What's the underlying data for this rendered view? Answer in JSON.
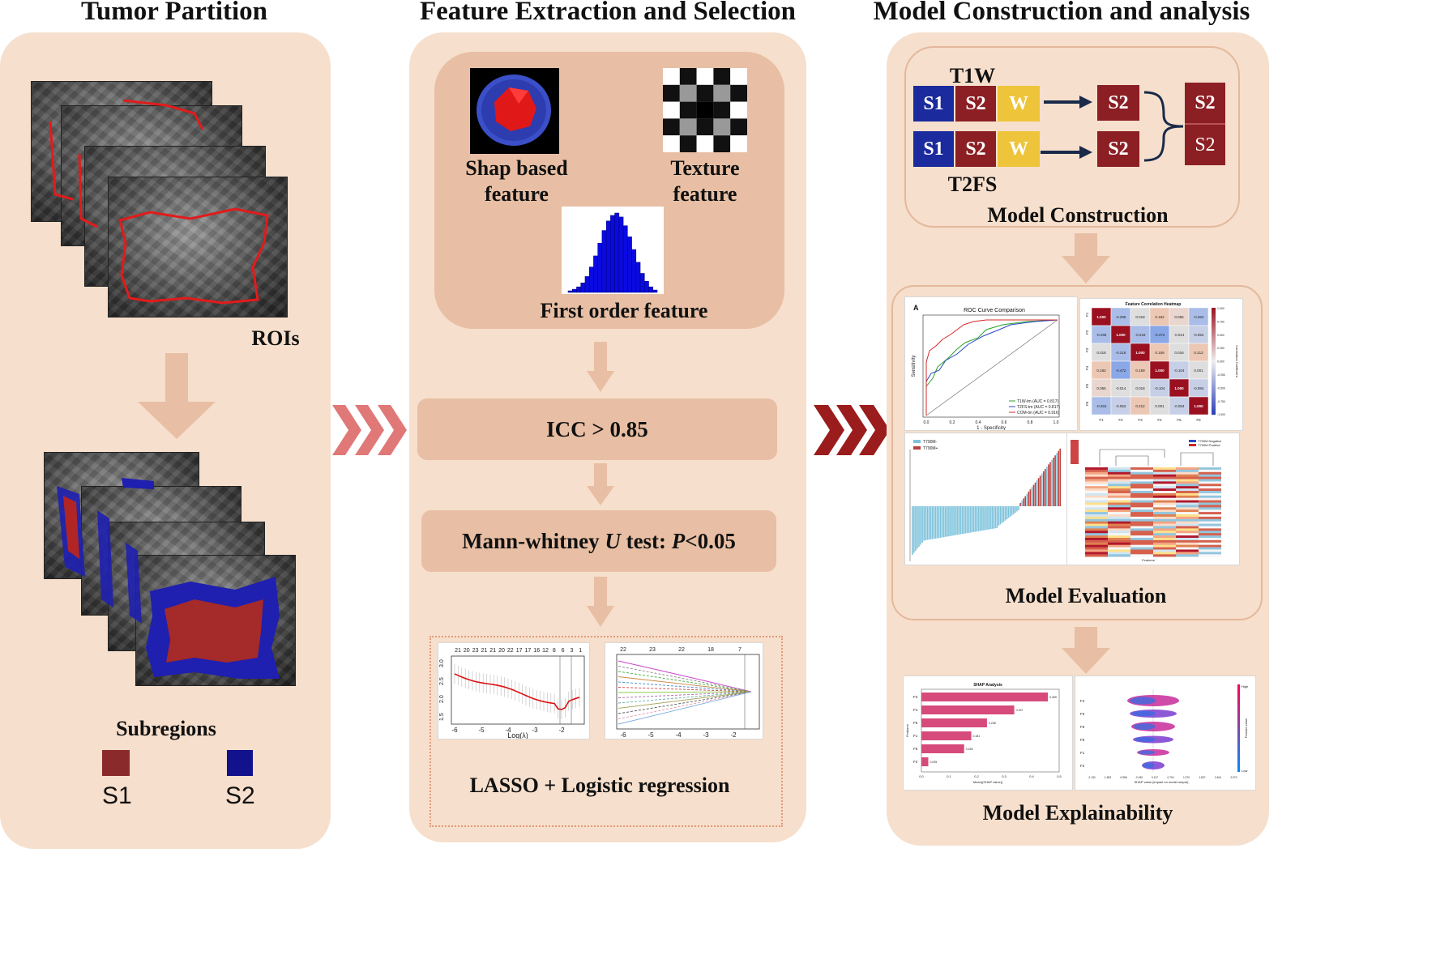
{
  "headers": {
    "tumor_partition": "Tumor Partition",
    "feature_extraction": "Feature Extraction and Selection",
    "model_construction": "Model Construction and analysis"
  },
  "partition": {
    "rois_label": "ROIs",
    "subregions_label": "Subregions",
    "legend": [
      {
        "label": "S1",
        "color": "#8b2a2a"
      },
      {
        "label": "S2",
        "color": "#12128c"
      }
    ]
  },
  "features": {
    "shape": {
      "line1": "Shap based",
      "line2": "feature"
    },
    "texture": {
      "line1": "Texture",
      "line2": "feature"
    },
    "first_order": "First order feature",
    "icc": "ICC > 0.85",
    "mann": {
      "prefix": "Mann-whitney ",
      "u": "U",
      "mid": " test: ",
      "p": "P",
      "suffix": "<0.05"
    },
    "lasso": "LASSO + Logistic regression",
    "lasso_top_left": [
      "21",
      "20",
      "23",
      "21",
      "21",
      "20",
      "22",
      "17",
      "17",
      "16",
      "12",
      "8",
      "6",
      "3",
      "1"
    ],
    "lasso_top_right": [
      "22",
      "23",
      "22",
      "18",
      "7"
    ],
    "lasso_x_ticks": [
      "-6",
      "-5",
      "-4",
      "-3",
      "-2"
    ],
    "lasso_left_y_ticks": [
      "3.0",
      "2.5",
      "2.0",
      "1.5"
    ],
    "lasso_xlabel": "Log(λ)"
  },
  "construction": {
    "t1w": "T1W",
    "t2fs": "T2FS",
    "rows": [
      {
        "s1": "S1",
        "s2": "S2",
        "w": "W",
        "out": "S2"
      },
      {
        "s1": "S1",
        "s2": "S2",
        "w": "W",
        "out": "S2"
      }
    ],
    "combined": [
      "S2",
      "S2"
    ],
    "model_construction_label": "Model Construction",
    "model_evaluation_label": "Model Evaluation",
    "model_explainability_label": "Model Explainability",
    "colors": {
      "s1": "#1b2a9c",
      "s2": "#8b1f24",
      "w": "#eec43a"
    }
  },
  "evaluation": {
    "roc": {
      "panel_letter": "A",
      "title": "ROC Curve Comparison",
      "ylabel": "Sensitivity",
      "xlabel": "1 - Specificity",
      "ticks": [
        "0.0",
        "0.2",
        "0.4",
        "0.6",
        "0.8",
        "1.0"
      ],
      "legend": [
        "T1W-tm (AUC = 0.817)",
        "T2FS-tm (AUC = 0.817)",
        "COM-tm (AUC = 0.916)"
      ]
    },
    "heatmap": {
      "title": "Feature Correlation Heatmap",
      "labels": [
        "F1",
        "F2",
        "F3",
        "F4",
        "F5",
        "F6"
      ],
      "values": [
        [
          "1.000",
          "-0.295",
          "0.018",
          "0.192",
          "0.055",
          "-0.263"
        ],
        [
          "-0.295",
          "1.000",
          "-0.218",
          "-0.472",
          "-0.014",
          "-0.052"
        ],
        [
          "0.018",
          "-0.218",
          "1.000",
          "0.159",
          "0.018",
          "0.212"
        ],
        [
          "0.192",
          "-0.472",
          "0.159",
          "1.000",
          "-0.104",
          "0.001"
        ],
        [
          "0.055",
          "-0.014",
          "0.018",
          "-0.104",
          "1.000",
          "-0.084"
        ],
        [
          "-0.263",
          "-0.052",
          "0.212",
          "0.001",
          "-0.084",
          "1.000"
        ]
      ],
      "colorbar_ticks": [
        "1.000",
        "0.750",
        "0.500",
        "0.250",
        "0.000",
        "-0.250",
        "-0.500",
        "-0.750",
        "-1.000"
      ],
      "colorbar_label": "Correlation Coefficient"
    },
    "waterfall_legend": [
      "T790M-",
      "T790M+"
    ],
    "cluster_legend": [
      "T790M Negative",
      "T790M Positive"
    ],
    "cluster_xlabel": "Features"
  },
  "explain": {
    "shap_title": "SHAP Analysis",
    "bar_features": [
      "F3",
      "F4",
      "F5",
      "F1",
      "F6",
      "F2"
    ],
    "bar_values": [
      "0.459",
      "0.337",
      "0.238",
      "0.181",
      "0.155",
      "0.025"
    ],
    "bar_xticks": [
      "0.0",
      "0.1",
      "0.2",
      "0.3",
      "0.4",
      "0.5"
    ],
    "bar_xlabel": "Mean(|SHAP value|)",
    "bar_ylabel": "Features",
    "bee_features": [
      "F4",
      "F3",
      "F6",
      "F5",
      "F1",
      "F2"
    ],
    "bee_xticks": [
      "-2.130",
      "-1.503",
      "-0.956",
      "-0.430",
      "0.137",
      "0.704",
      "1.270",
      "1.837",
      "2.404",
      "2.970"
    ],
    "bee_xlabel": "SHAP value (impact on model output)",
    "bee_high": "High",
    "bee_low": "Low",
    "bee_cbar": "Feature value"
  }
}
